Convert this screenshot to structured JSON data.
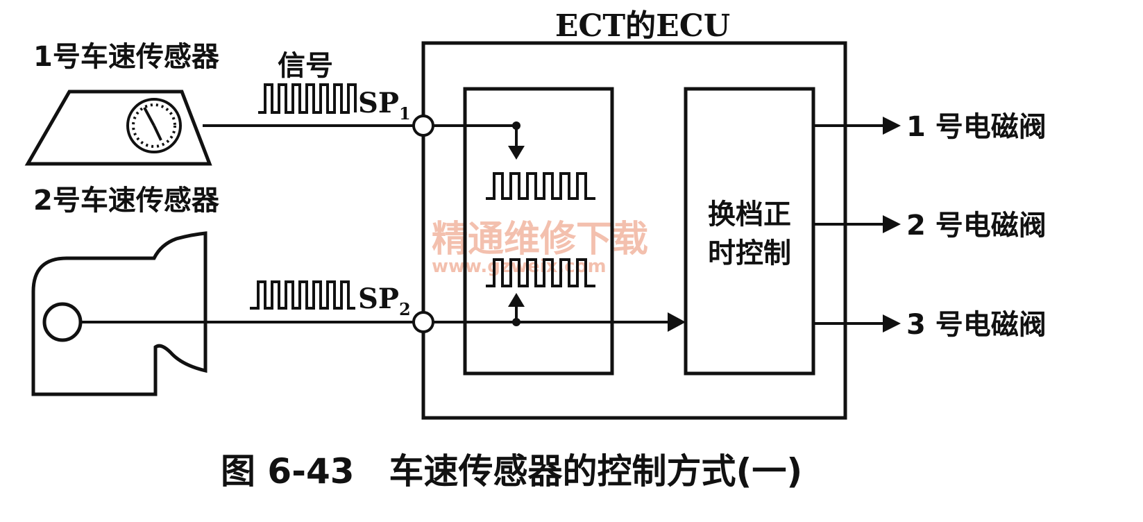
{
  "diagram": {
    "ecu_title": "ECT的ECU",
    "sensor1_label": "1号车速传感器",
    "sensor2_label": "2号车速传感器",
    "signal_label": "信号",
    "sp1_label": "SP",
    "sp1_sub": "1",
    "sp2_label": "SP",
    "sp2_sub": "2",
    "control_block_line1": "换档正",
    "control_block_line2": "时控制",
    "outputs": [
      {
        "label": "1 号电磁阀"
      },
      {
        "label": "2 号电磁阀"
      },
      {
        "label": "3 号电磁阀"
      }
    ],
    "caption": "图 6-43　车速传感器的控制方式(一)",
    "watermark_line1": "精通维修下载",
    "watermark_line2": "www.gzweix.com"
  }
}
